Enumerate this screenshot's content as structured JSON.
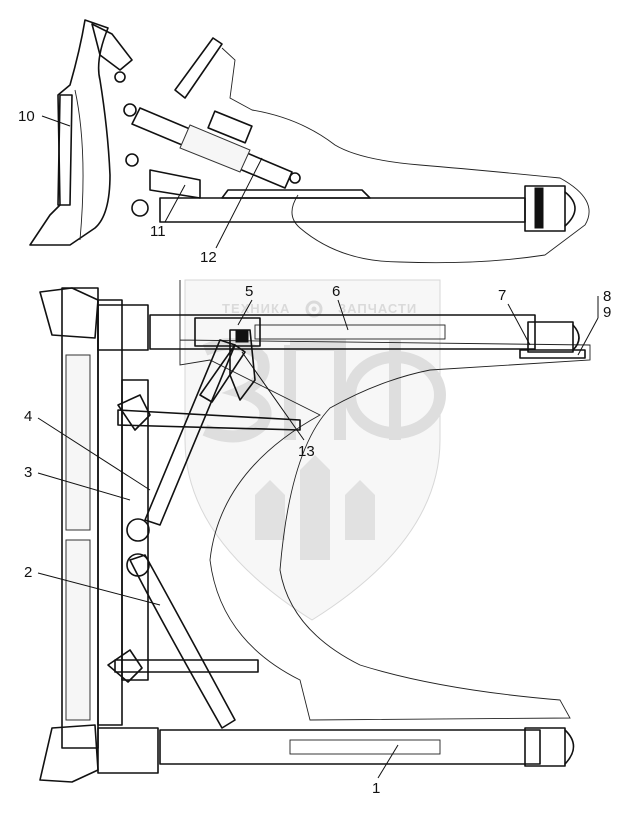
{
  "callouts": {
    "c1": "1",
    "c2": "2",
    "c3": "3",
    "c4": "4",
    "c5": "5",
    "c6": "6",
    "c7": "7",
    "c8": "8",
    "c9": "9",
    "c10": "10",
    "c11": "11",
    "c12": "12",
    "c13": "13"
  },
  "watermark": {
    "left_word": "ТЕХНИКА",
    "right_word": "ЗАПЧАСТИ",
    "logo_letters": "ЗПФ"
  },
  "icons": [
    "gear-icon",
    "wheat-ear-icon"
  ],
  "colors": {
    "line": "#111111",
    "watermark": "#c9c9c9",
    "background": "#ffffff"
  }
}
